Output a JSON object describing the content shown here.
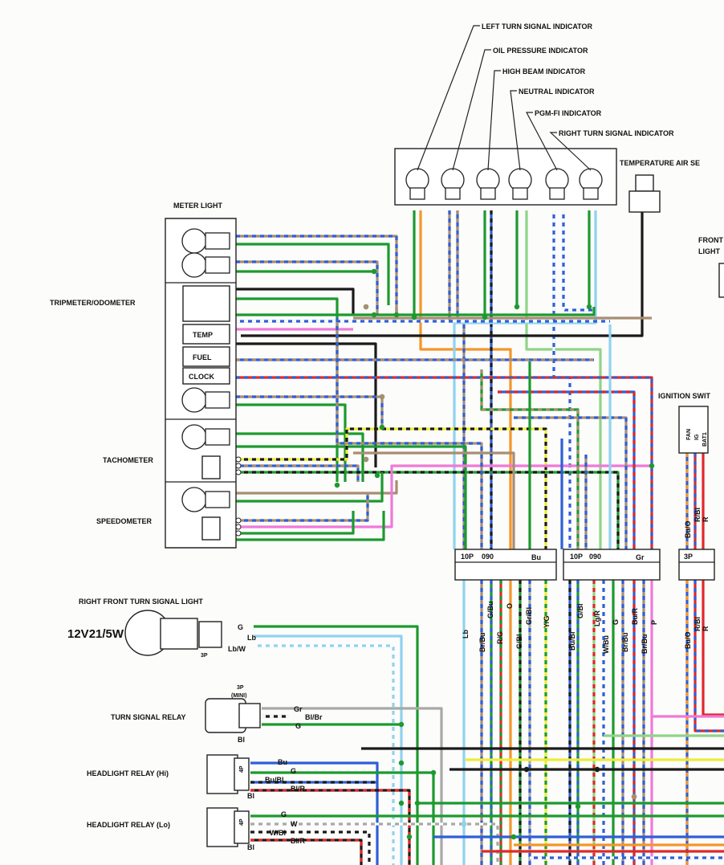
{
  "colors": {
    "green": "#1c9a2e",
    "brown": "#a88e72",
    "blue": "#2f5fd6",
    "black": "#1a1a1a",
    "pink": "#ef79d8",
    "red": "#e02828",
    "orange": "#f4962a",
    "lightgreen": "#8fd487",
    "lightblue": "#8fd3ef",
    "yellow": "#ecec37",
    "gray": "#a8a8a8",
    "white": "#ffffff"
  },
  "indicators": {
    "left_turn": "LEFT TURN SIGNAL INDICATOR",
    "oil_pressure": "OIL PRESSURE INDICATOR",
    "high_beam": "HIGH BEAM INDICATOR",
    "neutral": "NEUTRAL INDICATOR",
    "pgm_fi": "PGM-FI INDICATOR",
    "right_turn": "RIGHT TURN SIGNAL INDICATOR"
  },
  "labels": {
    "temp_air_sensor": "TEMPERATURE AIR SE",
    "meter_light": "METER LIGHT",
    "tripmeter": "TRIPMETER/ODOMETER",
    "temp": "TEMP",
    "fuel": "FUEL",
    "clock": "CLOCK",
    "tachometer": "TACHOMETER",
    "speedometer": "SPEEDOMETER",
    "front_light_1": "FRONT",
    "front_light_2": "LIGHT",
    "ignition_switch": "IGNITION SWIT",
    "fan": "FAN",
    "ig": "IG",
    "bat": "BAT1",
    "right_front_turn": "RIGHT FRONT TURN SIGNAL LIGHT",
    "bulb_rating": "12V21/5W",
    "turn_relay": "TURN SIGNAL RELAY",
    "hl_relay_hi": "HEADLIGHT RELAY (Hi)",
    "hl_relay_lo": "HEADLIGHT RELAY (Lo)"
  },
  "connectors": {
    "c1_pins": "10P",
    "c1_code": "090",
    "c1_color": "Bu",
    "c2_pins": "10P",
    "c2_code": "090",
    "c2_color": "Gr",
    "c3_pins": "3P",
    "turn_pins": "3P",
    "relay_pins": "3P",
    "relay_mini": "(MINI)",
    "hl_pins": "4P"
  },
  "wire_codes": {
    "ig_bu_o": "Bu/O",
    "ig_r_bl": "R/Bl",
    "ig_r": "R",
    "c1_lb": "Lb",
    "c1_br_bu": "Br/Bu",
    "c1_g_bu": "G/Bu",
    "c1_r_g": "R/G",
    "c1_o": "O",
    "c1_g_bl": "G/Bl",
    "c1_gr_bl": "Gr/Bl",
    "c1_y_g": "Y/G",
    "c2_bu_bl": "Bu/Bl",
    "c2_g_bl": "G/Bl",
    "c2_lg_r": "Lg/R",
    "c2_w_bu": "W/Bu",
    "c2_g": "G",
    "c2_br_bu": "Br/Bu",
    "c2_bu_r": "Bu/R",
    "c2_br_bu2": "Br/Bu",
    "c2_p": "P",
    "turn_g": "G",
    "turn_lb": "Lb",
    "turn_lb_w": "Lb/W",
    "relay_gr": "Gr",
    "relay_bl_br": "Bl/Br",
    "relay_g": "G",
    "relay_bl": "Bl",
    "hi_bu": "Bu",
    "hi_g": "G",
    "hi_bu_bl": "Bu/Bl",
    "hi_bl_r": "Bl/R",
    "hi_bl": "Bl",
    "lo_g": "G",
    "lo_w": "W",
    "lo_w_bl": "W/Bl",
    "lo_bl_r": "Bl/R",
    "lo_bl": "Bl"
  }
}
